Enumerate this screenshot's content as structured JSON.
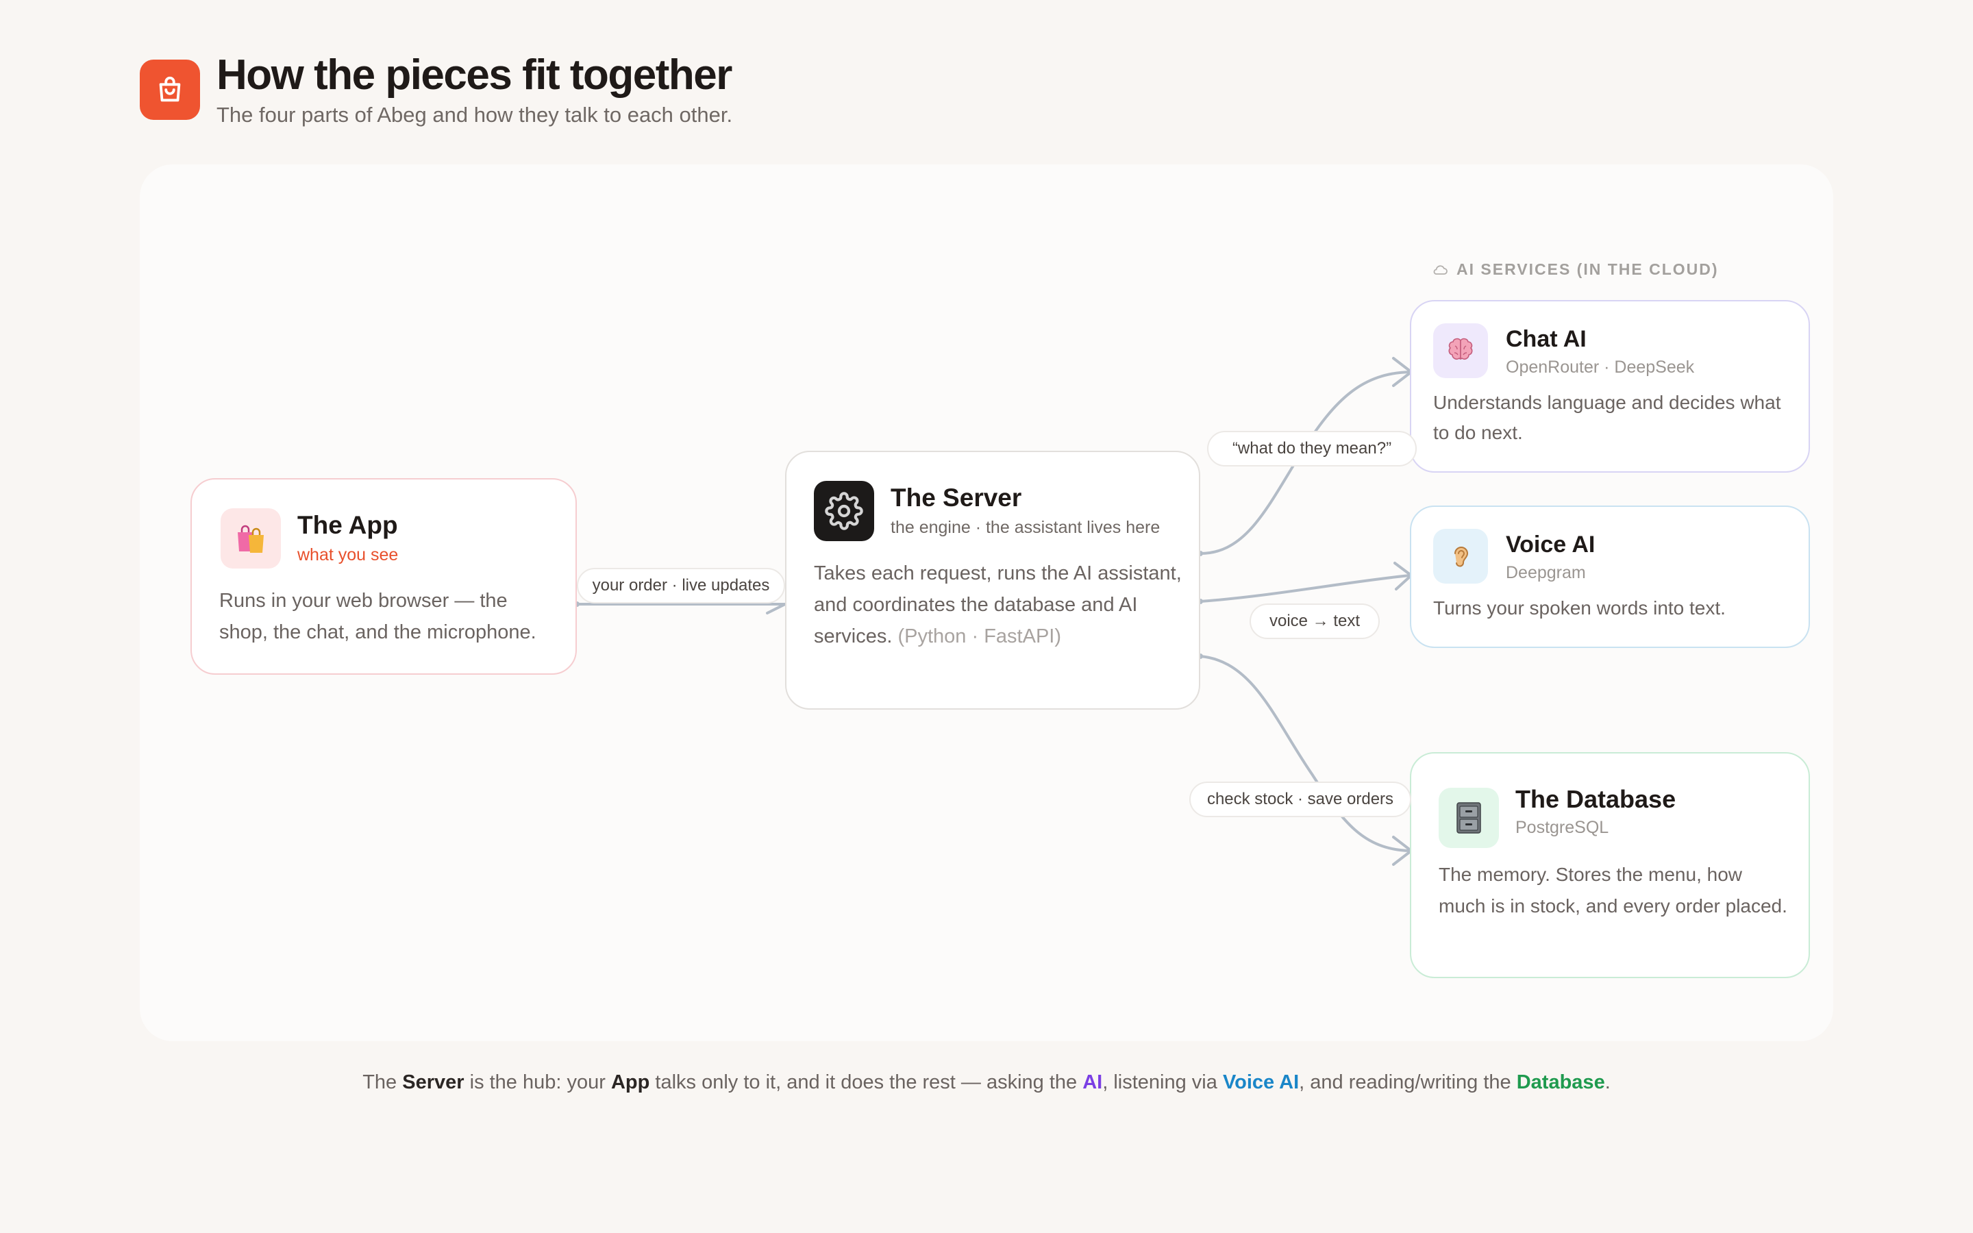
{
  "header": {
    "logo_icon": "shopping-bag-icon",
    "title": "How the pieces fit together",
    "subtitle": "The four parts of Abeg and how they talk to each other."
  },
  "group_label": {
    "icon": "cloud-icon",
    "text": "AI SERVICES (IN THE CLOUD)"
  },
  "cards": {
    "app": {
      "icon": "shopping-bags-icon",
      "title": "The App",
      "subtitle": "what you see",
      "description": "Runs in your web browser — the shop, the chat, and the microphone.",
      "accent": "#e8502c",
      "border": "#f6cdd0"
    },
    "server": {
      "icon": "gear-icon",
      "title": "The Server",
      "subtitle": "the engine · the assistant lives here",
      "description": "Takes each request, runs the AI assistant, and coordinates the database and AI services.",
      "tech": "(Python · FastAPI)",
      "border": "#e2dfdc"
    },
    "chat_ai": {
      "icon": "brain-icon",
      "title": "Chat AI",
      "subtitle": "OpenRouter · DeepSeek",
      "description": "Understands language and decides what to do next.",
      "border": "#d8d4f4"
    },
    "voice_ai": {
      "icon": "ear-icon",
      "title": "Voice AI",
      "subtitle": "Deepgram",
      "description": "Turns your spoken words into text.",
      "border": "#c9e2f1"
    },
    "database": {
      "icon": "file-cabinet-icon",
      "title": "The Database",
      "subtitle": "PostgreSQL",
      "description": "The memory. Stores the menu, how much is in stock, and every order placed.",
      "border": "#c9ecd6"
    }
  },
  "connections": [
    {
      "from": "app",
      "to": "server",
      "label": "your order · live updates"
    },
    {
      "from": "server",
      "to": "chat_ai",
      "label": "“what do they mean?”"
    },
    {
      "from": "server",
      "to": "voice_ai",
      "label": "voice → text"
    },
    {
      "from": "server",
      "to": "database",
      "label": "check stock · save orders"
    }
  ],
  "footer": {
    "t1": "The ",
    "server": "Server",
    "t2": " is the hub: your ",
    "app": "App",
    "t3": " talks only to it, and it does the rest — asking the ",
    "ai": "AI",
    "t4": ", listening via ",
    "voice": "Voice AI",
    "t5": ", and reading/writing the ",
    "database": "Database",
    "t6": "."
  },
  "colors": {
    "brand": "#ef5430",
    "ai": "#7b3fe4",
    "voice": "#1a86c8",
    "database": "#1f9a4e",
    "connector": "#b3bcc7"
  }
}
